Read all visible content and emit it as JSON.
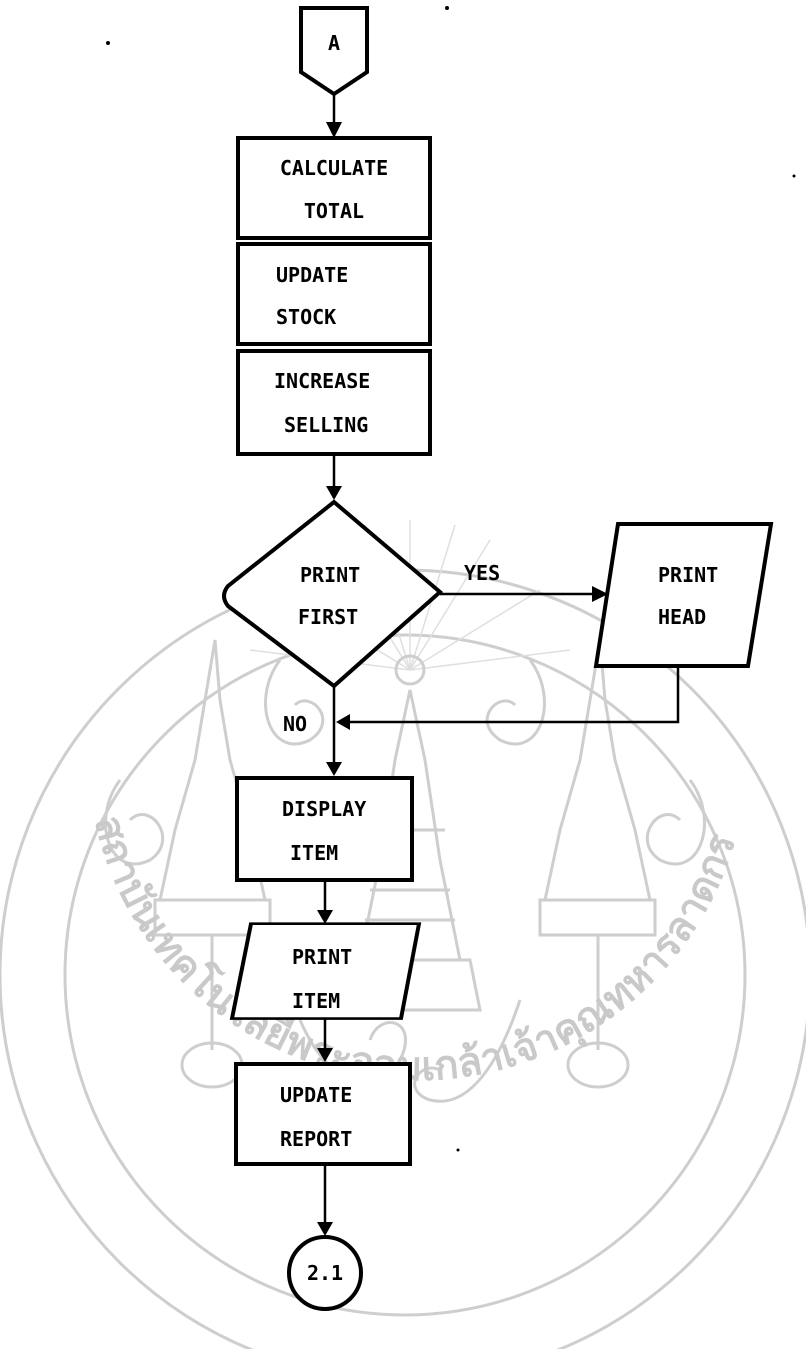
{
  "watermark": {
    "text_left": "สถาบันเทคโนโลยีพระจอมเกล้าเจ้าคุณทหารลาดกระบัง"
  },
  "flowchart": {
    "connector_top": "A",
    "process_1": [
      "CALCULATE",
      "TOTAL"
    ],
    "process_2": [
      "UPDATE",
      "STOCK"
    ],
    "process_3": [
      "INCREASE",
      "SELLING"
    ],
    "decision": [
      "PRINT",
      "FIRST"
    ],
    "yes_label": "YES",
    "no_label": "NO",
    "io_print_head": [
      "PRINT",
      "HEAD"
    ],
    "process_display": [
      "DISPLAY",
      "ITEM"
    ],
    "io_print_item": [
      "PRINT",
      "ITEM"
    ],
    "process_update_report": [
      "UPDATE",
      "REPORT"
    ],
    "connector_bottom": "2.1"
  }
}
